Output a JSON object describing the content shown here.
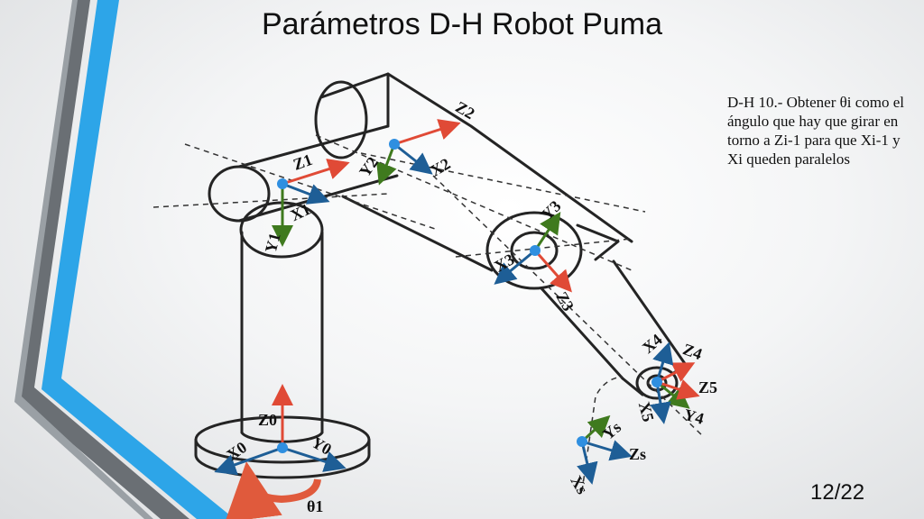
{
  "title": "Parámetros D-H Robot Puma",
  "note": "D-H 10.- Obtener θi como el ángulo que hay que girar en torno a Zi-1 para que Xi-1 y Xi queden paralelos",
  "page": "12/22",
  "colors": {
    "z_axis": "#e04a36",
    "x_axis": "#1e5e96",
    "y_axis": "#3f7a1e",
    "origin": "#2f8fe0",
    "sketch": "#242424",
    "rotation_arrow": "#e05a3c",
    "stripe_blue": "#2da5e8",
    "stripe_gray": "#6a6f74"
  },
  "labels": {
    "z0": "Z0",
    "x0": "X0",
    "y0": "Y0",
    "theta1": "θ1",
    "z1": "Z1",
    "x1": "X1",
    "y1": "Y1",
    "z2": "Z2",
    "x2": "X2",
    "y2": "Y2",
    "z3": "Z3",
    "x3": "X3",
    "y3": "Y3",
    "z4": "Z4",
    "x4": "X4",
    "y4": "Y4",
    "z5": "Z5",
    "x5": "X5",
    "zs": "Zs",
    "xs": "Xs",
    "ys": "Ys"
  }
}
